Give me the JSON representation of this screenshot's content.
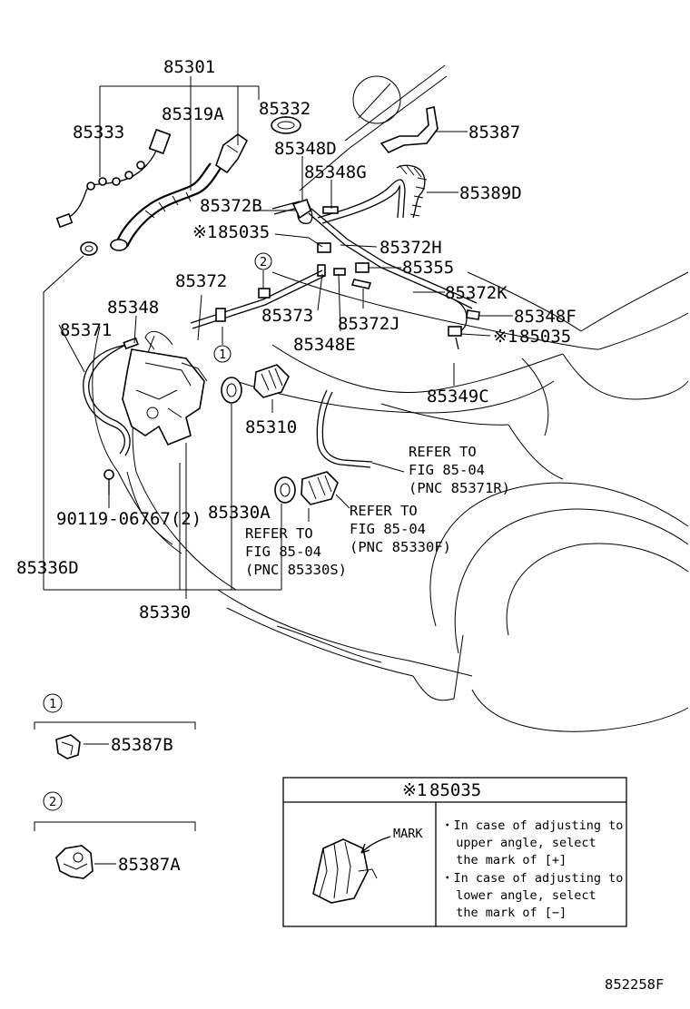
{
  "labels": {
    "p85301": "85301",
    "p85333": "85333",
    "p85319A": "85319A",
    "p85332": "85332",
    "p85348D": "85348D",
    "p85387": "85387",
    "p85348G": "85348G",
    "p85389D": "85389D",
    "p85372B": "85372B",
    "p85035a": "85035",
    "p85372H": "85372H",
    "p85355": "85355",
    "p85372": "85372",
    "p85372K": "85372K",
    "p85348": "85348",
    "p85373": "85373",
    "p85372J": "85372J",
    "p85348F": "85348F",
    "p85371": "85371",
    "p85348E": "85348E",
    "p85035b": "85035",
    "p85349C": "85349C",
    "p85310": "85310",
    "p9011906767": "90119-06767(2)",
    "p85330A": "85330A",
    "p85336D": "85336D",
    "p85330": "85330",
    "p85387B": "85387B",
    "p85387A": "85387A"
  },
  "marks": {
    "ref": "※1",
    "circle1": "1",
    "circle2": "2"
  },
  "refer_notes": [
    {
      "line1": "REFER TO",
      "line2": "FIG 85-04",
      "line3": "(PNC 85371R)"
    },
    {
      "line1": "REFER TO",
      "line2": "FIG 85-04",
      "line3": "(PNC 85330F)"
    },
    {
      "line1": "REFER TO",
      "line2": "FIG 85-04",
      "line3": "(PNC 85330S)"
    }
  ],
  "note_box": {
    "title_mark": "※1",
    "title": "85035",
    "mark_label": "MARK",
    "lines": [
      "・In case of adjusting to",
      "  upper angle, select",
      "  the mark of [+]",
      "・In case of adjusting to",
      "  lower angle, select",
      "  the mark of [−]"
    ]
  },
  "figure_id": "852258F"
}
